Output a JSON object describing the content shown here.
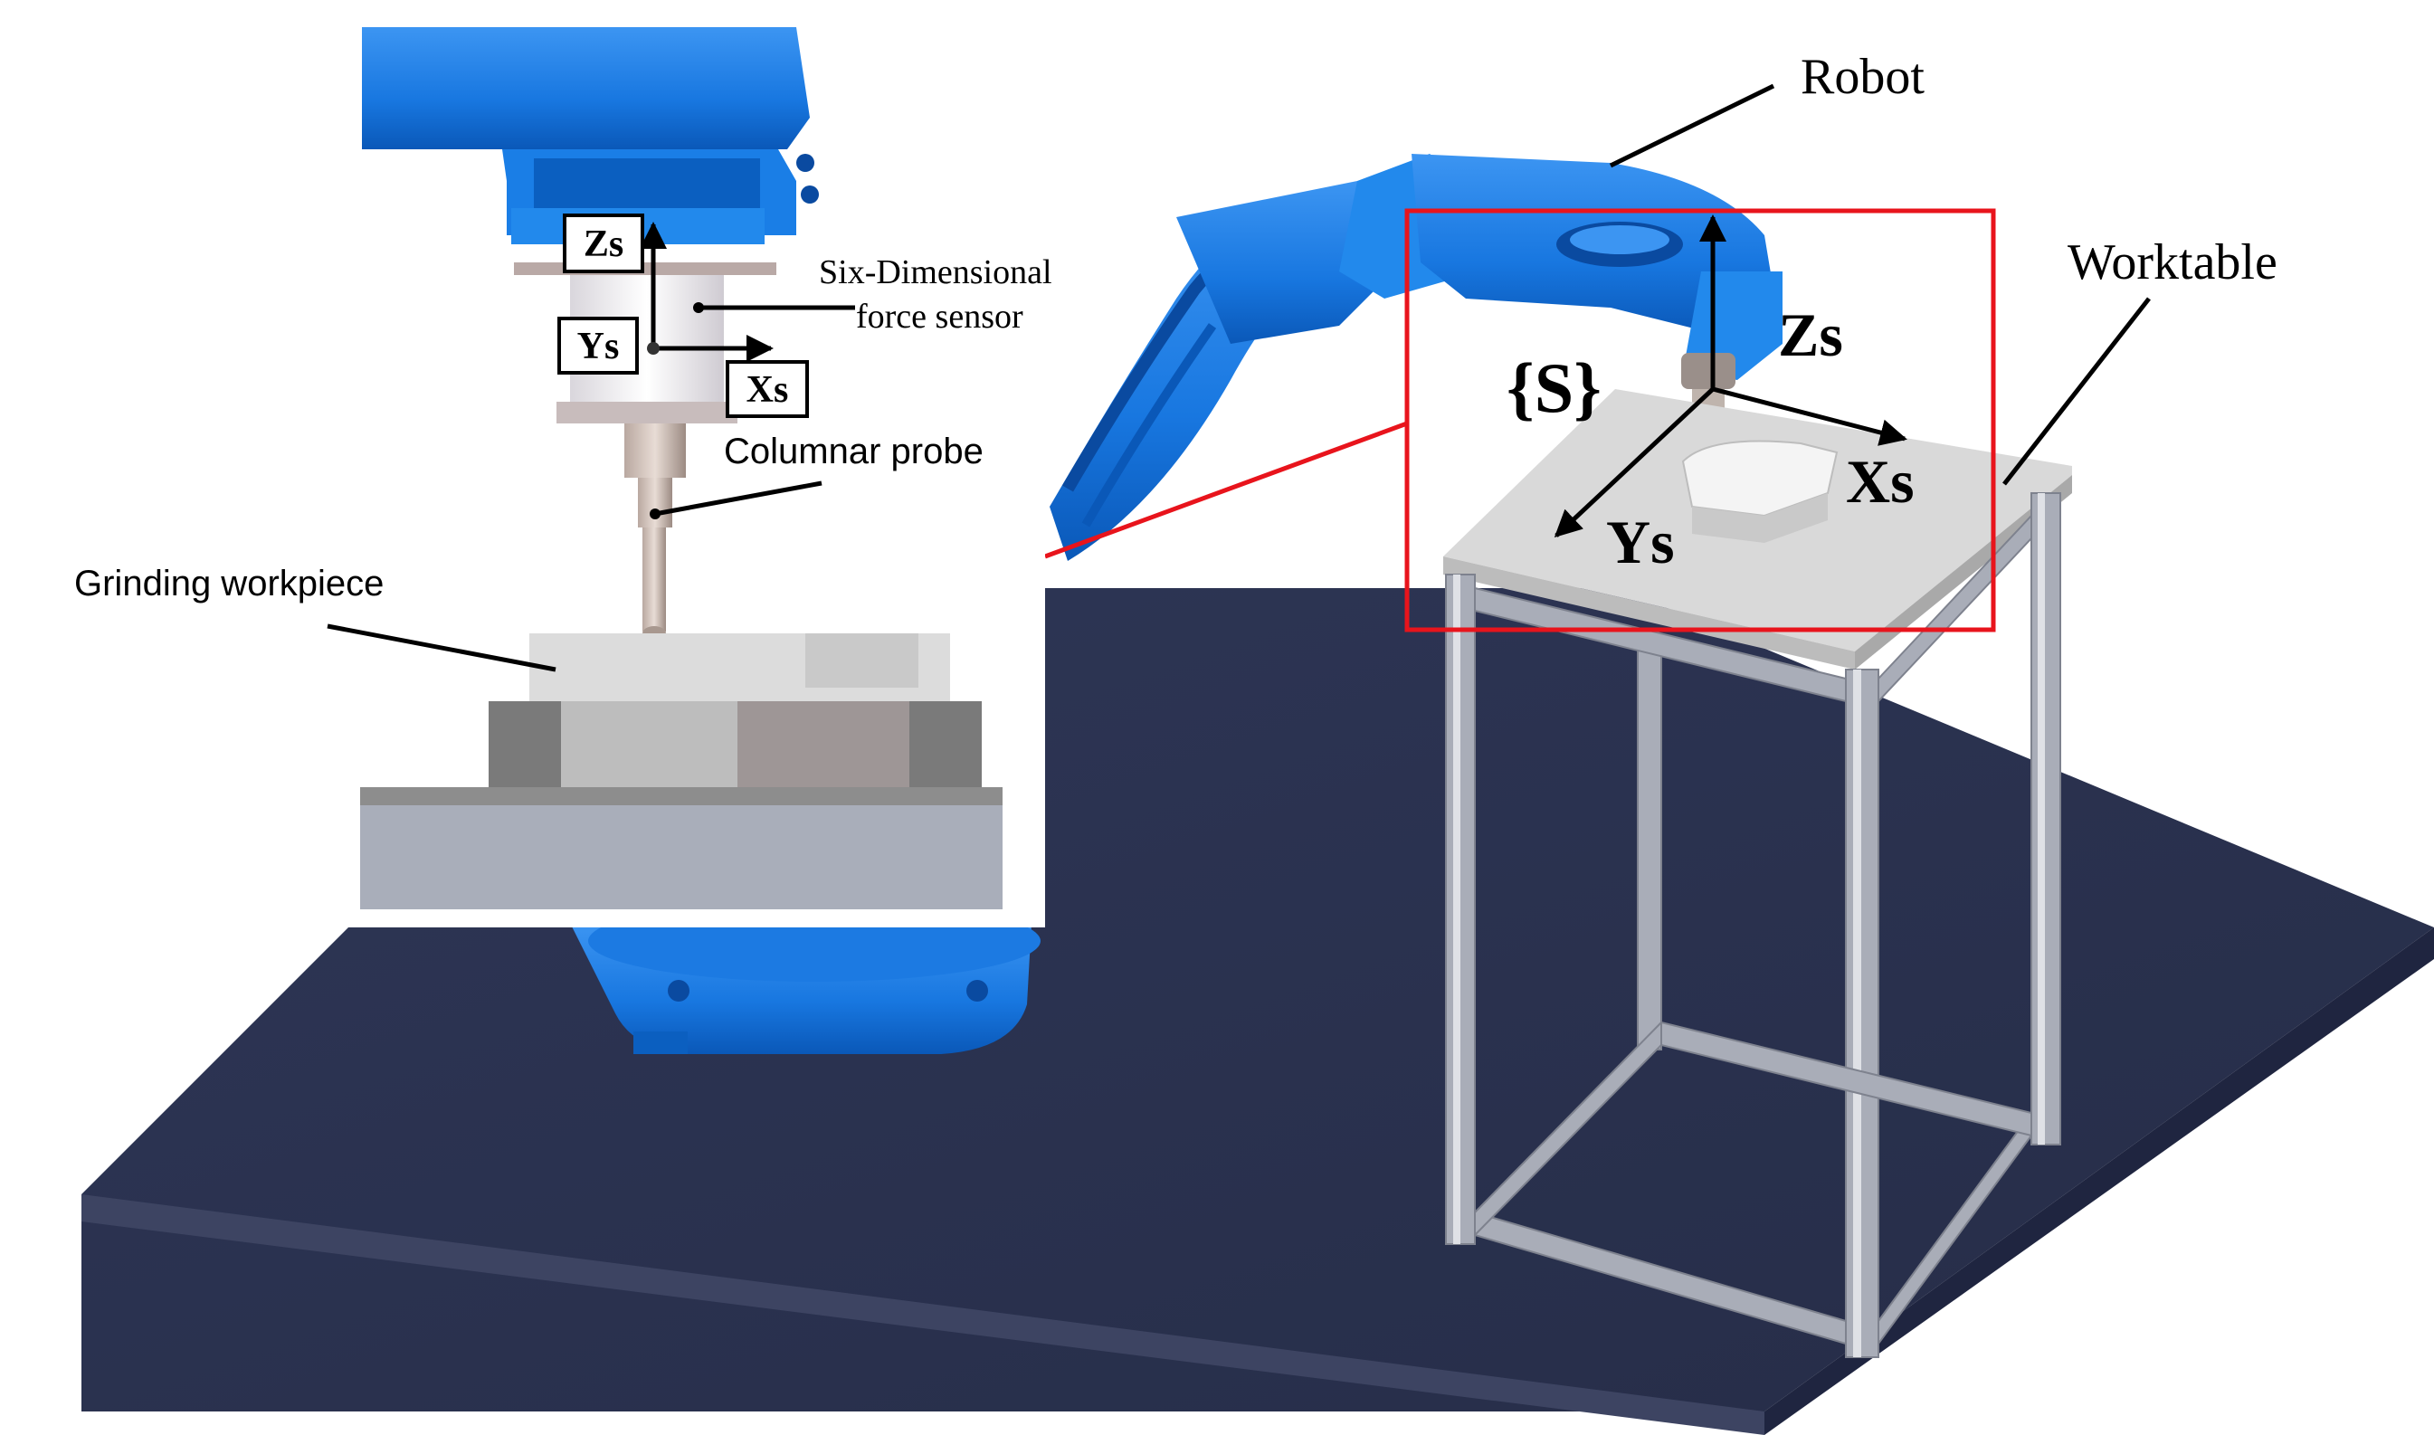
{
  "labels": {
    "robot": "Robot",
    "worktable": "Worktable",
    "grinding_workpiece": "Grinding workpiece",
    "columnar_probe": "Columnar probe",
    "sensor_line1": "Six-Dimensional",
    "sensor_line2": "force sensor",
    "frame_name": "{S}",
    "zs": "Zs",
    "xs": "Xs",
    "ys": "Ys",
    "inset_zs": "Zs",
    "inset_ys": "Ys",
    "inset_xs": "Xs"
  },
  "colors": {
    "robot_blue": "#1a7ee6",
    "robot_blue_dark": "#0b5fc0",
    "floor": "#2b3350",
    "floor_edge": "#3a4160",
    "frame_gray": "#a9adb8",
    "table_top": "#dcdcdc",
    "highlight_box": "#e8141c"
  }
}
